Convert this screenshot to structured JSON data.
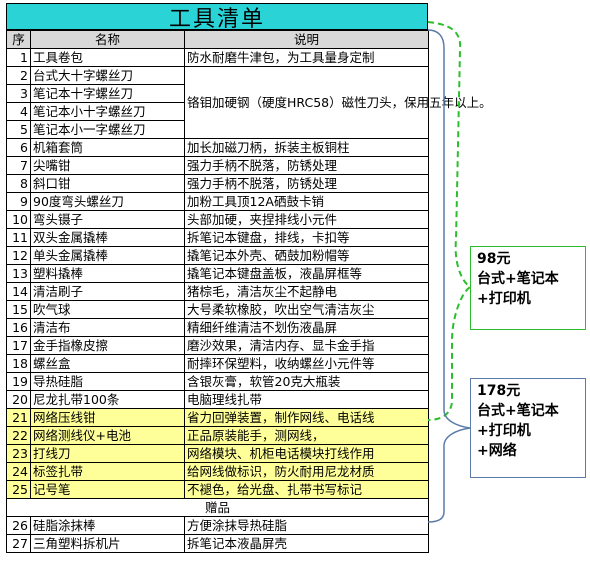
{
  "title": "工具清单",
  "headers": {
    "seq": "序",
    "name": "名称",
    "desc": "说明"
  },
  "rows": [
    {
      "seq": "1",
      "name": "工具卷包",
      "desc": "防水耐磨牛津包，为工具量身定制"
    },
    {
      "seq": "2",
      "name": "台式大十字螺丝刀"
    },
    {
      "seq": "3",
      "name": "笔记本十字螺丝刀"
    },
    {
      "seq": "4",
      "name": "笔记本小十字螺丝刀"
    },
    {
      "seq": "5",
      "name": "笔记本小一字螺丝刀"
    },
    {
      "seq": "6",
      "name": "机箱套筒",
      "desc": "加长加磁刀柄，拆装主板铜柱"
    },
    {
      "seq": "7",
      "name": "尖嘴钳",
      "desc": "强力手柄不脱落，防锈处理"
    },
    {
      "seq": "8",
      "name": "斜口钳",
      "desc": "强力手柄不脱落，防锈处理"
    },
    {
      "seq": "9",
      "name": "90度弯头螺丝刀",
      "desc": "加粉工具顶12A硒鼓卡销"
    },
    {
      "seq": "10",
      "name": "弯头镊子",
      "desc": "头部加硬，夹捏排线小元件"
    },
    {
      "seq": "11",
      "name": "双头金属撬棒",
      "desc": "拆笔记本键盘，排线，卡扣等"
    },
    {
      "seq": "12",
      "name": "单头金属撬棒",
      "desc": "撬笔记本外壳、硒鼓加粉帽等"
    },
    {
      "seq": "13",
      "name": "塑料撬棒",
      "desc": "撬笔记本键盘盖板，液晶屏框等"
    },
    {
      "seq": "14",
      "name": "清洁刷子",
      "desc": "猪棕毛，清洁灰尘不起静电"
    },
    {
      "seq": "15",
      "name": "吹气球",
      "desc": "大号柔软橡胶，吹出空气清洁灰尘"
    },
    {
      "seq": "16",
      "name": "清洁布",
      "desc": "精细纤维清洁不划伤液晶屏"
    },
    {
      "seq": "17",
      "name": "金手指橡皮擦",
      "desc": "磨沙效果，清洁内存、显卡金手指"
    },
    {
      "seq": "18",
      "name": "螺丝盒",
      "desc": "耐摔环保塑料，收纳螺丝小元件等"
    },
    {
      "seq": "19",
      "name": "导热硅脂",
      "desc": "含银灰膏，软管20克大瓶装"
    },
    {
      "seq": "20",
      "name": "尼龙扎带100条",
      "desc": "电脑理线扎带"
    },
    {
      "seq": "21",
      "name": "网络压线钳",
      "desc": "省力回弹装置，制作网线、电话线"
    },
    {
      "seq": "22",
      "name": "网络测线仪+电池",
      "desc": "正品原装能手，测网线，"
    },
    {
      "seq": "23",
      "name": "打线刀",
      "desc": "网络模块、机柜电话模块打线作用"
    },
    {
      "seq": "24",
      "name": "标签扎带",
      "desc": "给网线做标识，防火耐用尼龙材质"
    },
    {
      "seq": "25",
      "name": "记号笔",
      "desc": "不褪色，给光盘、扎带书写标记"
    },
    {
      "seq": "26",
      "name": "硅脂涂抹棒",
      "desc": "方便涂抹导热硅脂"
    },
    {
      "seq": "27",
      "name": "三角塑料拆机片",
      "desc": "拆笔记本液晶屏壳"
    }
  ],
  "merged_desc_2_5": "铬钼加硬钢（硬度HRC58）磁性刀头，保用五年以上。",
  "gift_label": "赠品",
  "package_98": {
    "price": "98元",
    "line1": "台式+笔记本",
    "line2": "+打印机"
  },
  "package_178": {
    "price": "178元",
    "line1": "台式+笔记本",
    "line2": "+打印机",
    "line3": "+网络"
  },
  "colors": {
    "title_bg": "#2ad3d6",
    "highlight": "#ffff99",
    "green": "#2dbe2d",
    "blue": "#5b7ba8",
    "header_bg": "#d9d9d9"
  }
}
